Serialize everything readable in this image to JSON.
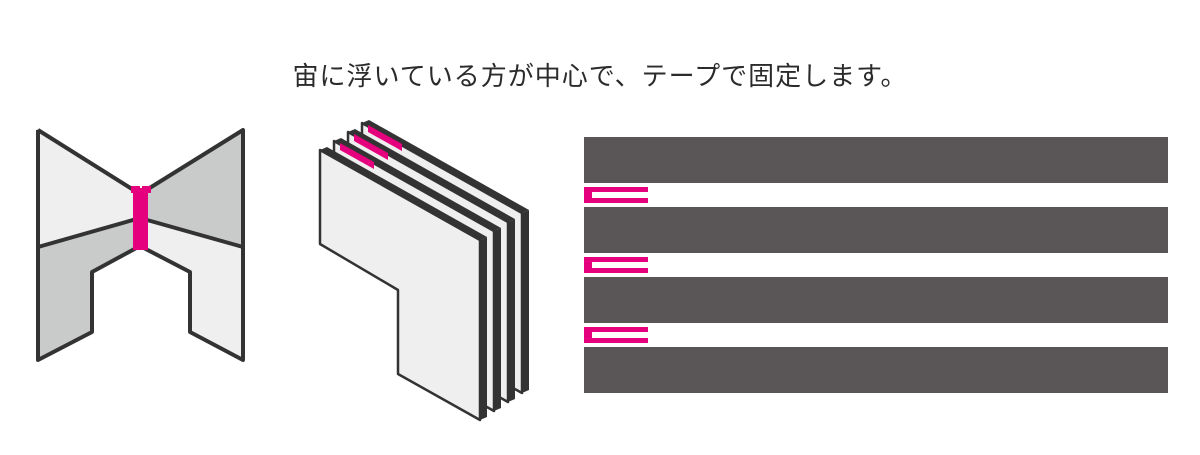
{
  "caption": "宙に浮いている方が中心で、テープで固定します。",
  "colors": {
    "outline": "#333333",
    "panel_light": "#efefef",
    "panel_shade": "#c9cbca",
    "tape": "#e5007d",
    "sheet_dark": "#5a5556"
  },
  "diagram": {
    "sheet_stack_count": 4,
    "flat_sheet_count": 4,
    "tape_marks_count": 3
  }
}
